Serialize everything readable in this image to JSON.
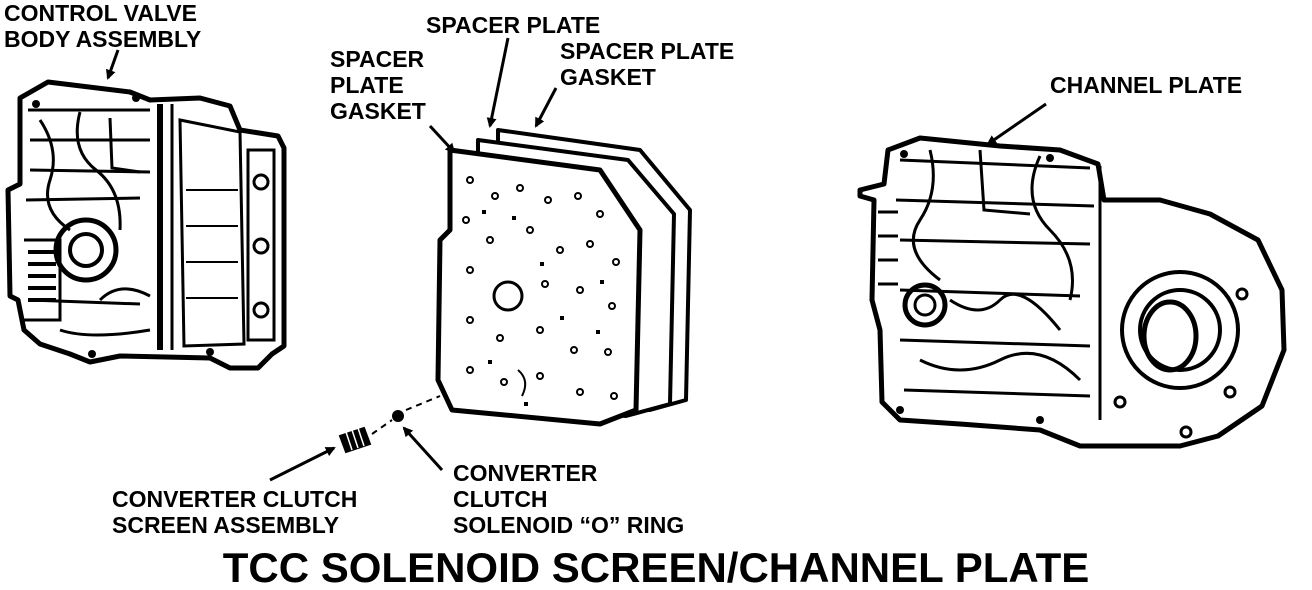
{
  "title": "TCC SOLENOID SCREEN/CHANNEL PLATE",
  "labels": {
    "control_valve": [
      "CONTROL VALVE",
      "BODY ASSEMBLY"
    ],
    "spacer_plate": [
      "SPACER PLATE"
    ],
    "spacer_plate_gasket_right": [
      "SPACER PLATE",
      "GASKET"
    ],
    "spacer_plate_gasket_left": [
      "SPACER",
      "PLATE",
      "GASKET"
    ],
    "channel_plate": [
      "CHANNEL PLATE"
    ],
    "converter_clutch_screen": [
      "CONVERTER CLUTCH",
      "SCREEN ASSEMBLY"
    ],
    "converter_clutch_oring": [
      "CONVERTER",
      "CLUTCH",
      "SOLENOID “O” RING"
    ]
  },
  "colors": {
    "ink": "#000000",
    "paper": "#ffffff"
  }
}
